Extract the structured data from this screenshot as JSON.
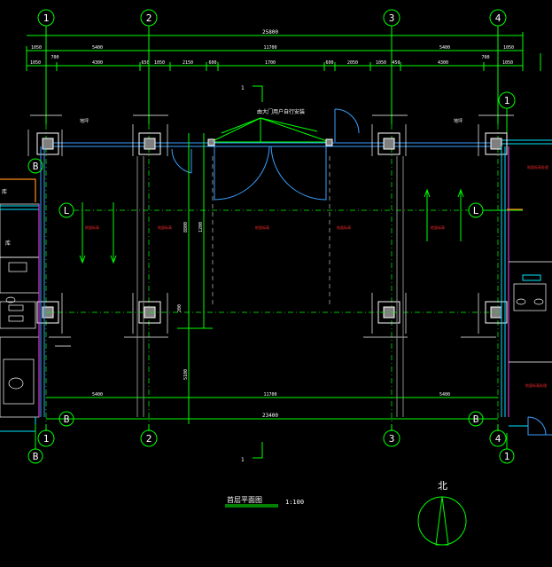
{
  "grid_labels": {
    "top": [
      "1",
      "2",
      "3",
      "4"
    ],
    "bottom": [
      "1",
      "2",
      "3",
      "4"
    ],
    "left_L": "L",
    "left_B": "B",
    "right_L": "L",
    "right_B": "B",
    "right_1": "1"
  },
  "dimensions": {
    "overall_top": "25800",
    "chain_top": [
      "1050",
      "5400",
      "11700",
      "5400",
      "1050"
    ],
    "chain_second": [
      "1050",
      "4300",
      "650",
      "1050",
      "2150",
      "600",
      "1700",
      "600",
      "2050",
      "1050",
      "450",
      "4300",
      "1050"
    ],
    "bottom_chain": [
      "5400",
      "11700",
      "5400"
    ],
    "bottom_overall": "23400",
    "vertical_left": [
      "1200",
      "8800",
      "200",
      "5100"
    ],
    "small": "700"
  },
  "annotations": {
    "door_note": "由大门用户自行安装",
    "section_mark": "1",
    "section_mark_bottom": "1",
    "left_label": "地坪",
    "right_label": "地坪",
    "plan_title": "首层平面图",
    "scale": "1:100",
    "north": "北"
  },
  "room_labels": [
    "地面标高",
    "地面标高",
    "地面标高",
    "地面标高",
    "地面标高"
  ],
  "right_room_labels": [
    "地面标高处理",
    "地面标高处理"
  ],
  "left_room_label": "库"
}
